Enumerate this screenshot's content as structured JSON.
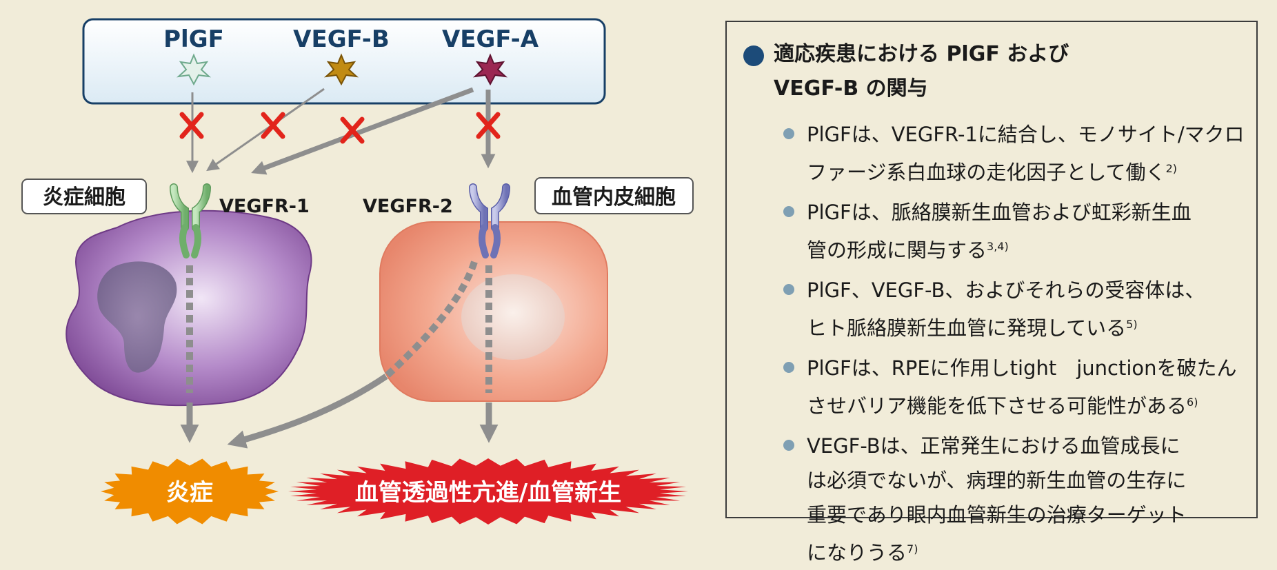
{
  "ligands": {
    "plgf": "PlGF",
    "vegfb": "VEGF-B",
    "vegfa": "VEGF-A"
  },
  "cells": {
    "inflammatory_label": "炎症細胞",
    "endothelial_label": "血管内皮細胞",
    "receptor1": "VEGFR-1",
    "receptor2": "VEGFR-2"
  },
  "outcomes": {
    "inflammation": "炎症",
    "permeability": "血管透過性亢進/血管新生"
  },
  "colors": {
    "ligand_text": "#173f66",
    "plgf": "#e4f1ea",
    "vegfb": "#b8820e",
    "vegfa": "#9b2752",
    "block_x": "#e2241b",
    "arrow": "#8e8e8e",
    "inflammation_badge": "#f08c00",
    "permeability_badge": "#df1f26",
    "heading_bullet": "#1c4b79",
    "point_bullet": "#7f9fb3"
  },
  "panel": {
    "heading": [
      "適応疾患における PlGF および",
      "VEGF-B の関与"
    ],
    "points": [
      {
        "lines": [
          "PlGFは、VEGFR-1に結合し、モノサイト/マクロ",
          "ファージ系白血球の走化因子として働く"
        ],
        "ref": "2)"
      },
      {
        "lines": [
          "PlGFは、脈絡膜新生血管および虹彩新生血",
          "管の形成に関与する"
        ],
        "ref": "3,4)"
      },
      {
        "lines": [
          "PlGF、VEGF-B、およびそれらの受容体は、",
          "ヒト脈絡膜新生血管に発現している"
        ],
        "ref": "5)"
      },
      {
        "lines": [
          "PlGFは、RPEに作用しtight　junctionを破たん",
          "させバリア機能を低下させる可能性がある"
        ],
        "ref": "6)"
      },
      {
        "lines": [
          "VEGF-Bは、正常発生における血管成長に",
          "は必須でないが、病理的新生血管の生存に",
          "重要であり眼内血管新生の治療ターゲット",
          "になりうる"
        ],
        "ref": "7)"
      }
    ]
  }
}
